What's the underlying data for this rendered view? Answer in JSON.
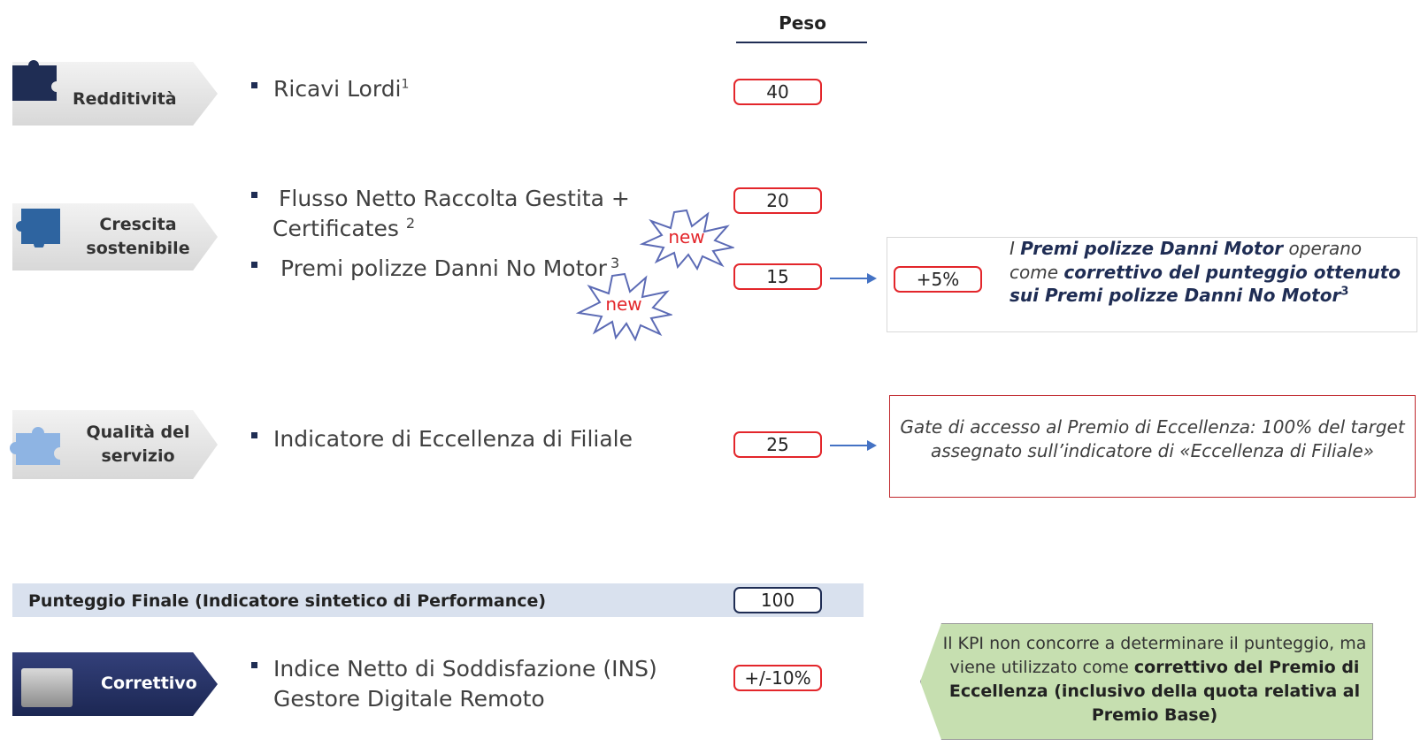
{
  "header": {
    "peso": "Peso"
  },
  "rows": {
    "redditivita": {
      "label": "Redditività",
      "item": "Ricavi Lordi",
      "item_sup": "1",
      "weight": "40"
    },
    "crescita": {
      "label_line1": "Crescita",
      "label_line2": "sostenibile",
      "item1_line1": "Flusso Netto Raccolta Gestita +",
      "item1_line2": "Certificates ",
      "item1_sup": "2",
      "weight1": "20",
      "item2": "Premi polizze Danni No Motor",
      "item2_sup": "3",
      "weight2": "15",
      "badge_new": "new",
      "corrective": "+5%",
      "note_p1": "I ",
      "note_b1": "Premi polizze Danni Motor",
      "note_p2": " operano come ",
      "note_b2": "correttivo del punteggio ottenuto sui Premi polizze Danni No Motor",
      "note_sup": "3"
    },
    "qualita": {
      "label_line1": "Qualità del",
      "label_line2": "servizio",
      "item": "Indicatore di Eccellenza di Filiale",
      "weight": "25",
      "gate": "Gate di accesso al Premio di Eccellenza: 100% del target assegnato sull’indicatore di «Eccellenza di Filiale»"
    }
  },
  "total": {
    "label": "Punteggio Finale (Indicatore sintetico di Performance)",
    "value": "100"
  },
  "correttivo": {
    "label": "Correttivo",
    "item_line1": "Indice Netto di Soddisfazione (INS)",
    "item_line2": "Gestore Digitale Remoto",
    "value": "+/-10%",
    "note_p1": "Il KPI non concorre a determinare il punteggio, ma viene utilizzato come ",
    "note_b1": "correttivo del Premio di Eccellenza (inclusivo della quota relativa al Premio Base)"
  },
  "colors": {
    "navy": "#1f2d54",
    "red": "#e3262b",
    "blue_arrow": "#4472c4",
    "band": "#d9e1ee",
    "green": "#c6dfb0"
  },
  "icons": [
    "puzzle-icon-dark",
    "puzzle-icon-medium",
    "puzzle-icon-light",
    "burst-new-badge"
  ]
}
